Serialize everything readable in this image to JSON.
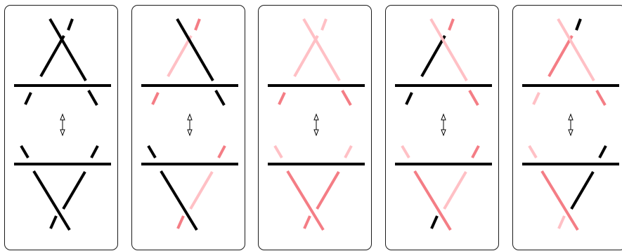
{
  "palette": {
    "black": "#000000",
    "dark_red": "#f47d85",
    "light_red": "#ffc0c5",
    "panel_border": "#1a1a1a"
  },
  "panels": [
    {
      "id": "p1",
      "top_diagram": {
        "left_strand": "black",
        "right_strand_upper": "black",
        "right_strand_lower": "black",
        "left_tail": "black",
        "right_tail": "black",
        "top_stub": "black"
      },
      "bottom_diagram": {
        "right_strand_upper": "black",
        "left_strand_upper": "black",
        "left_strand_lower": "black",
        "left_tail": "black",
        "right_tail": "black",
        "bottom_stub": "black"
      }
    },
    {
      "id": "p2",
      "top_diagram": {
        "left_strand": "light_red",
        "right_strand_upper": "black",
        "right_strand_lower": "black",
        "left_tail": "dark_red",
        "right_tail": "black",
        "top_stub": "dark_red"
      },
      "bottom_diagram": {
        "right_strand_upper": "light_red",
        "left_strand_upper": "black",
        "left_strand_lower": "black",
        "left_tail": "black",
        "right_tail": "dark_red",
        "bottom_stub": "dark_red"
      }
    },
    {
      "id": "p3",
      "top_diagram": {
        "left_strand": "light_red",
        "right_strand_upper": "light_red",
        "right_strand_lower": "light_red",
        "left_tail": "dark_red",
        "right_tail": "dark_red",
        "top_stub": "light_red"
      },
      "bottom_diagram": {
        "right_strand_upper": "dark_red",
        "left_strand_upper": "dark_red",
        "left_strand_lower": "dark_red",
        "left_tail": "light_red",
        "right_tail": "light_red",
        "bottom_stub": "dark_red"
      }
    },
    {
      "id": "p4",
      "top_diagram": {
        "left_strand": "black",
        "right_strand_upper": "light_red",
        "right_strand_lower": "light_red",
        "left_tail": "black",
        "right_tail": "dark_red",
        "top_stub": "dark_red"
      },
      "bottom_diagram": {
        "right_strand_upper": "light_red",
        "left_strand_upper": "dark_red",
        "left_strand_lower": "dark_red",
        "left_tail": "light_red",
        "right_tail": "dark_red",
        "bottom_stub": "black"
      }
    },
    {
      "id": "p5",
      "top_diagram": {
        "left_strand": "dark_red",
        "right_strand_upper": "light_red",
        "right_strand_lower": "light_red",
        "left_tail": "light_red",
        "right_tail": "dark_red",
        "top_stub": "black"
      },
      "bottom_diagram": {
        "right_strand_upper": "black",
        "left_strand_upper": "dark_red",
        "left_strand_lower": "dark_red",
        "left_tail": "light_red",
        "right_tail": "black",
        "bottom_stub": "light_red"
      }
    }
  ]
}
